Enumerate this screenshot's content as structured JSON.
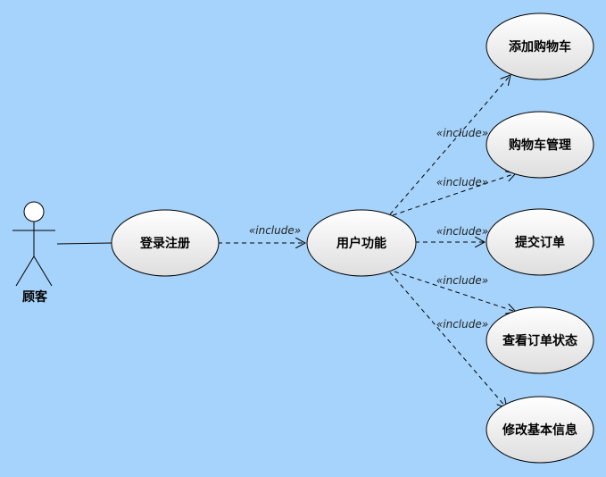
{
  "actor": {
    "name": "顾客"
  },
  "use_cases": {
    "login": "登录注册",
    "user_functions": "用户功能",
    "add_cart": "添加购物车",
    "cart_manage": "购物车管理",
    "submit_order": "提交订单",
    "view_order_status": "查看订单状态",
    "edit_info": "修改基本信息"
  },
  "stereotypes": {
    "login_to_user": "«include»",
    "to_cart_manage": "«include»",
    "to_cart_manage_lower": "«include»",
    "to_submit_order": "«include»",
    "to_view_status": "«include»",
    "to_view_status_lower": "«include»"
  },
  "colors": {
    "background": "#a6d3fb",
    "ellipse_fill_top": "#ffffff",
    "ellipse_fill_bottom": "#dcdcdc",
    "line": "#000000"
  }
}
